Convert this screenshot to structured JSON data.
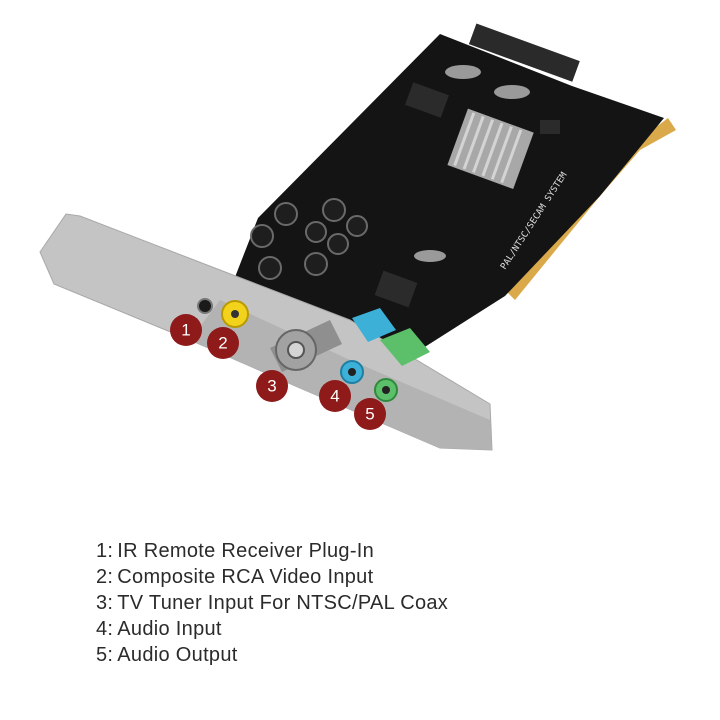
{
  "colors": {
    "pcb": "#141414",
    "bracket": "#c4c4c4",
    "badge": "#8e1a1a",
    "rca_yellow": "#f2d21a",
    "audio_blue": "#3db0d8",
    "audio_green": "#5cbf6a",
    "gold": "#d9a94a"
  },
  "board_print": "PAL/NTSC/SECAM SYSTEM",
  "callouts": [
    {
      "number": "1",
      "icon": "ir-jack-icon"
    },
    {
      "number": "2",
      "icon": "rca-jack-icon"
    },
    {
      "number": "3",
      "icon": "coax-jack-icon"
    },
    {
      "number": "4",
      "icon": "audio-in-jack-icon"
    },
    {
      "number": "5",
      "icon": "audio-out-jack-icon"
    }
  ],
  "legend": [
    {
      "num": "1:",
      "text": "IR Remote Receiver Plug-In"
    },
    {
      "num": "2:",
      "text": "Composite RCA Video Input"
    },
    {
      "num": "3:",
      "text": "TV Tuner Input For NTSC/PAL Coax"
    },
    {
      "num": "4:",
      "text": "Audio Input"
    },
    {
      "num": "5:",
      "text": "Audio Output"
    }
  ]
}
